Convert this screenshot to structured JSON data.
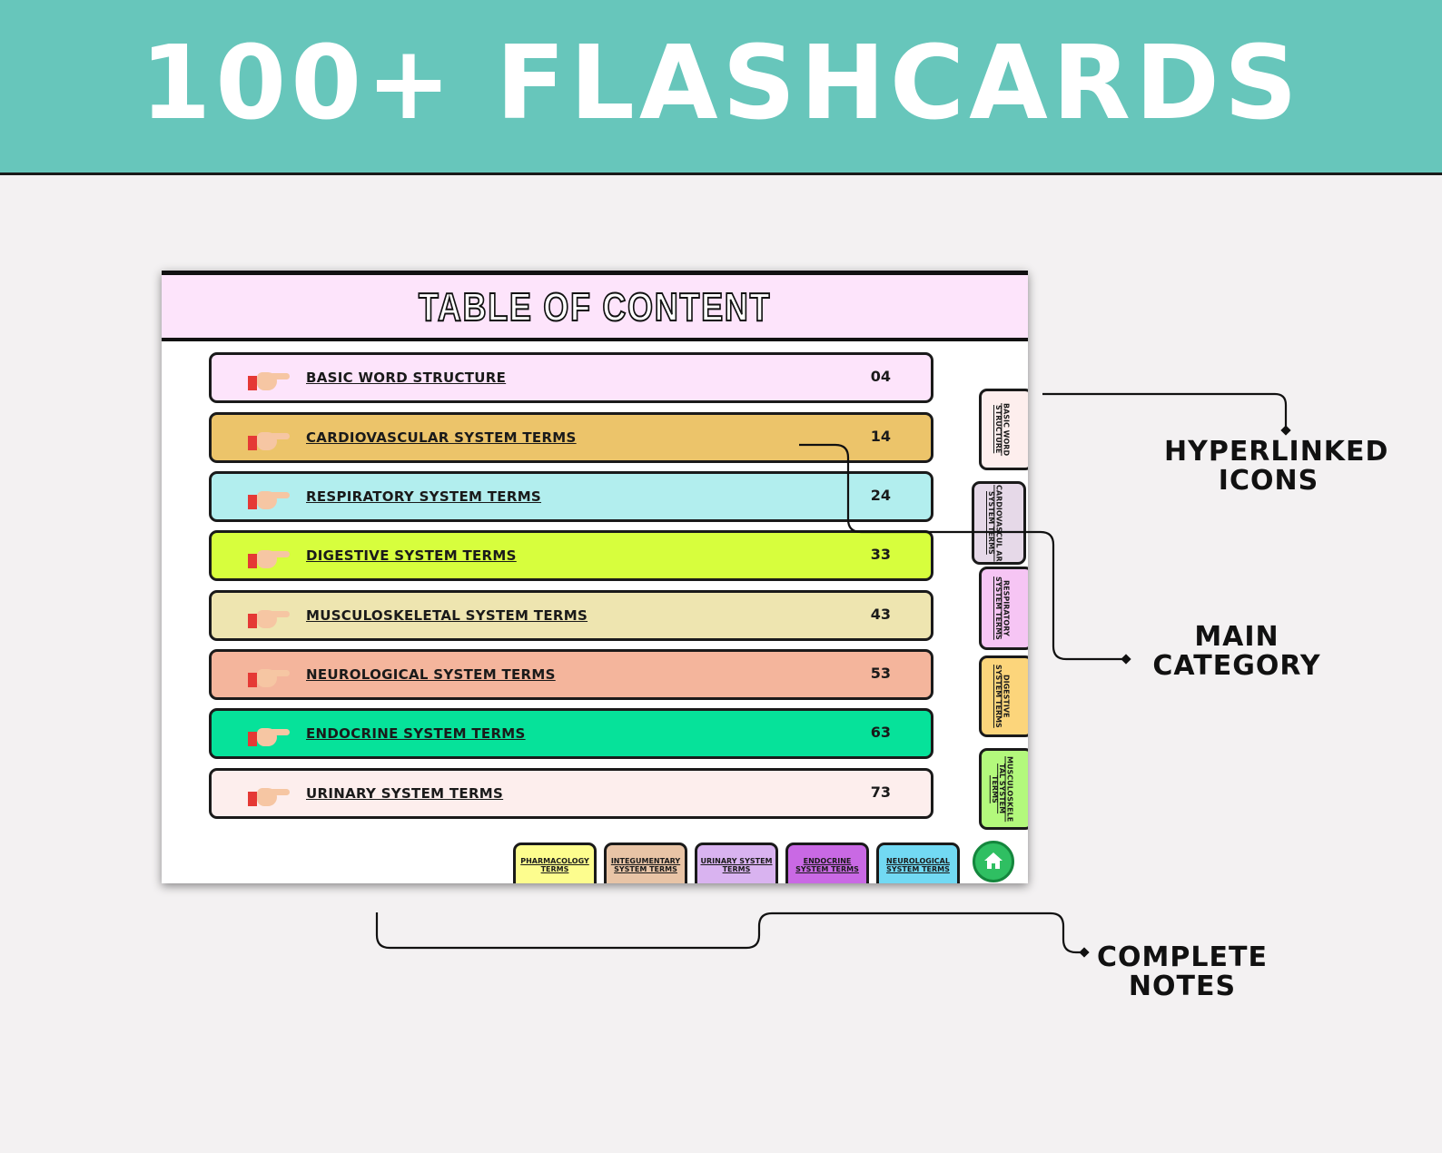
{
  "banner": {
    "title": "100+ FLASHCARDS"
  },
  "page": {
    "title": "TABLE OF CONTENT",
    "rows": [
      {
        "label": "BASIC WORD STRUCTURE",
        "page": "04",
        "color": "#fde4fb"
      },
      {
        "label": "CARDIOVASCULAR SYSTEM TERMS",
        "page": "14",
        "color": "#ecc46a"
      },
      {
        "label": "RESPIRATORY SYSTEM TERMS",
        "page": "24",
        "color": "#b2eeee"
      },
      {
        "label": "DIGESTIVE SYSTEM TERMS",
        "page": "33",
        "color": "#d7fe3d"
      },
      {
        "label": "MUSCULOSKELETAL SYSTEM TERMS",
        "page": "43",
        "color": "#eee5b0"
      },
      {
        "label": "NEUROLOGICAL SYSTEM TERMS",
        "page": "53",
        "color": "#f4b59c"
      },
      {
        "label": "ENDOCRINE SYSTEM TERMS",
        "page": "63",
        "color": "#06e29a"
      },
      {
        "label": "URINARY SYSTEM TERMS",
        "page": "73",
        "color": "#fdeeed"
      }
    ],
    "side_tabs": [
      {
        "label": "BASIC WORD STRUCTURE",
        "color": "#fdeeed"
      },
      {
        "label": "CARDIOVASCUL AR SYSTEM TERMS",
        "color": "#e6d9e8"
      },
      {
        "label": "RESPIRATORY SYSTEM TERMS",
        "color": "#f6c5f4"
      },
      {
        "label": "DIGESTIVE SYSTEM TERMS",
        "color": "#fcd57b"
      },
      {
        "label": "MUSCULOSKELE TAL SYSTEM TERMS",
        "color": "#b3f97c"
      }
    ],
    "bottom_tabs": [
      {
        "label": "PHARMACOLOGY TERMS",
        "color": "#fdfd8e"
      },
      {
        "label": "INTEGUMENTARY SYSTEM TERMS",
        "color": "#e8c4a6"
      },
      {
        "label": "URINARY SYSTEM TERMS",
        "color": "#d9b3f0"
      },
      {
        "label": "ENDOCRINE SYSTEM TERMS",
        "color": "#c969e4"
      },
      {
        "label": "NEUROLOGICAL SYSTEM TERMS",
        "color": "#72d9f3"
      }
    ]
  },
  "callouts": {
    "hyperlinked": "HYPERLINKED\nICONS",
    "main_category": "MAIN\nCATEGORY",
    "complete_notes": "COMPLETE\nNOTES"
  }
}
